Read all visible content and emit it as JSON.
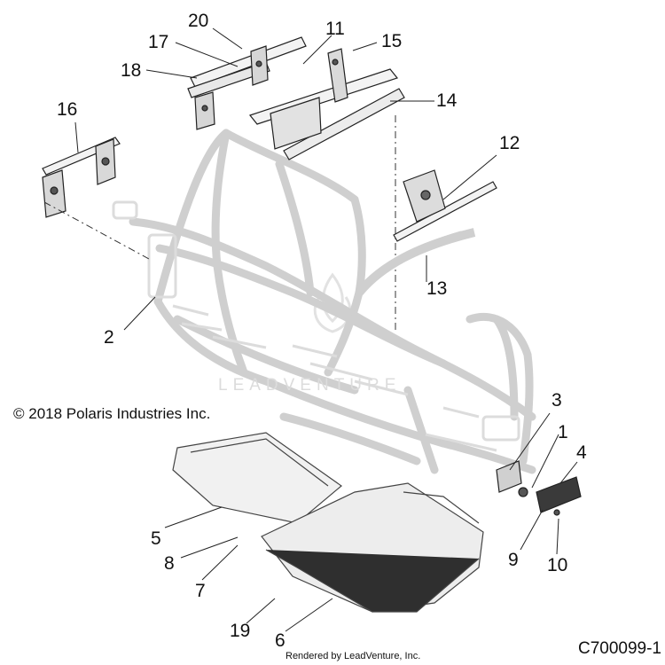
{
  "diagram": {
    "copyright": "© 2018 Polaris Industries Inc.",
    "diagram_code": "C700099-1",
    "rendered_by": "Rendered by LeadVenture, Inc.",
    "watermark": "LEADVENTURE",
    "callouts": {
      "c1": "1",
      "c2": "2",
      "c3": "3",
      "c4": "4",
      "c5": "5",
      "c6": "6",
      "c7": "7",
      "c8": "8",
      "c9": "9",
      "c10": "10",
      "c11": "11",
      "c12": "12",
      "c13": "13",
      "c14": "14",
      "c15": "15",
      "c16": "16",
      "c17": "17",
      "c18": "18",
      "c19": "19",
      "c20": "20"
    }
  }
}
